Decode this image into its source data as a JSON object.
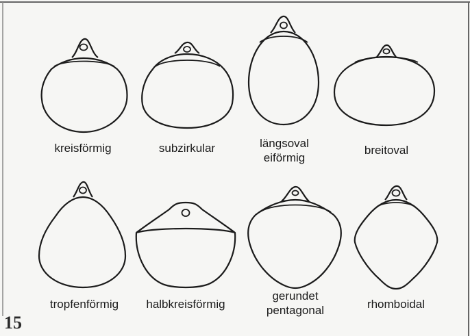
{
  "figure": {
    "shapes": [
      {
        "label_lines": [
          "kreisförmig"
        ]
      },
      {
        "label_lines": [
          "subzirkular"
        ]
      },
      {
        "label_lines": [
          "längsoval",
          "eiförmig"
        ]
      },
      {
        "label_lines": [
          "breitoval"
        ]
      },
      {
        "label_lines": [
          "tropfenförmig"
        ]
      },
      {
        "label_lines": [
          "halbkreisförmig"
        ]
      },
      {
        "label_lines": [
          "gerundet",
          "pentagonal"
        ]
      },
      {
        "label_lines": [
          "rhomboidal"
        ]
      }
    ],
    "page_number": "15"
  }
}
